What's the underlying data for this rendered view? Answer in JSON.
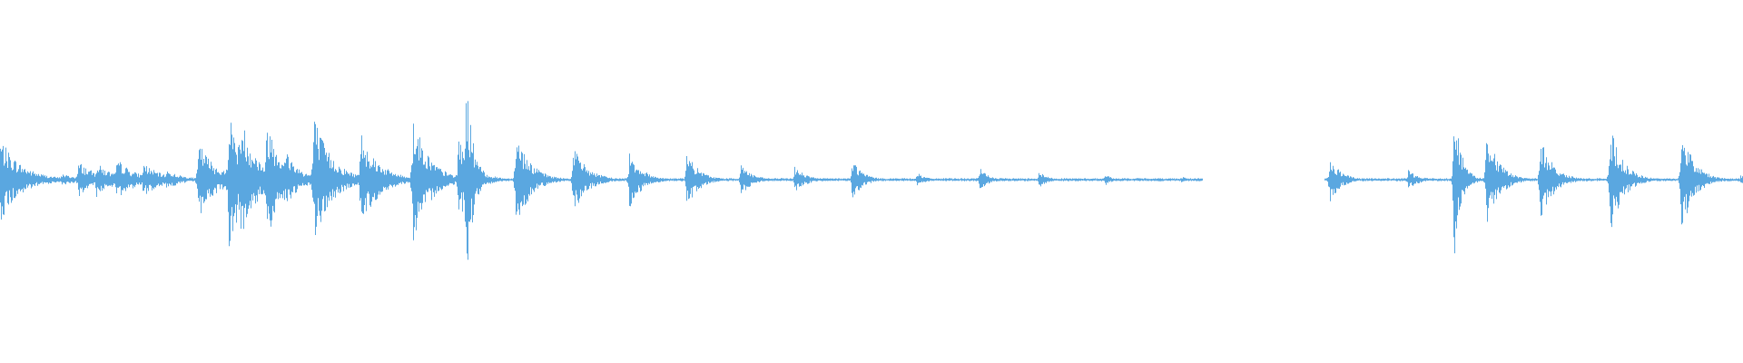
{
  "waveform": {
    "color": "#5aa7e0",
    "background": "#ffffff",
    "bursts": [
      {
        "t": 0.0,
        "amp": 0.33,
        "dur": 0.012
      },
      {
        "t": 0.035,
        "amp": 0.05,
        "dur": 0.01
      },
      {
        "t": 0.045,
        "amp": 0.15,
        "dur": 0.01
      },
      {
        "t": 0.055,
        "amp": 0.14,
        "dur": 0.01
      },
      {
        "t": 0.067,
        "amp": 0.17,
        "dur": 0.01
      },
      {
        "t": 0.082,
        "amp": 0.14,
        "dur": 0.01
      },
      {
        "t": 0.095,
        "amp": 0.08,
        "dur": 0.01
      },
      {
        "t": 0.114,
        "amp": 0.3,
        "dur": 0.01
      },
      {
        "t": 0.131,
        "amp": 0.56,
        "dur": 0.009
      },
      {
        "t": 0.138,
        "amp": 0.52,
        "dur": 0.009
      },
      {
        "t": 0.153,
        "amp": 0.5,
        "dur": 0.009
      },
      {
        "t": 0.164,
        "amp": 0.24,
        "dur": 0.008
      },
      {
        "t": 0.18,
        "amp": 0.52,
        "dur": 0.01
      },
      {
        "t": 0.207,
        "amp": 0.39,
        "dur": 0.01
      },
      {
        "t": 0.237,
        "amp": 0.52,
        "dur": 0.009
      },
      {
        "t": 0.263,
        "amp": 0.35,
        "dur": 0.008
      },
      {
        "t": 0.267,
        "amp": 0.92,
        "dur": 0.004
      },
      {
        "t": 0.296,
        "amp": 0.4,
        "dur": 0.008
      },
      {
        "t": 0.329,
        "amp": 0.27,
        "dur": 0.008
      },
      {
        "t": 0.361,
        "amp": 0.24,
        "dur": 0.007
      },
      {
        "t": 0.394,
        "amp": 0.22,
        "dur": 0.007
      },
      {
        "t": 0.425,
        "amp": 0.14,
        "dur": 0.006
      },
      {
        "t": 0.456,
        "amp": 0.12,
        "dur": 0.006
      },
      {
        "t": 0.489,
        "amp": 0.17,
        "dur": 0.006
      },
      {
        "t": 0.526,
        "amp": 0.06,
        "dur": 0.005
      },
      {
        "t": 0.562,
        "amp": 0.1,
        "dur": 0.005
      },
      {
        "t": 0.596,
        "amp": 0.07,
        "dur": 0.005
      },
      {
        "t": 0.634,
        "amp": 0.05,
        "dur": 0.004
      },
      {
        "t": 0.678,
        "amp": 0.03,
        "dur": 0.004
      },
      {
        "t": 0.763,
        "amp": 0.2,
        "dur": 0.006
      },
      {
        "t": 0.808,
        "amp": 0.08,
        "dur": 0.006
      },
      {
        "t": 0.834,
        "amp": 0.72,
        "dur": 0.004
      },
      {
        "t": 0.853,
        "amp": 0.4,
        "dur": 0.007
      },
      {
        "t": 0.884,
        "amp": 0.36,
        "dur": 0.007
      },
      {
        "t": 0.924,
        "amp": 0.45,
        "dur": 0.007
      },
      {
        "t": 0.965,
        "amp": 0.44,
        "dur": 0.007
      },
      {
        "t": 0.999,
        "amp": 0.04,
        "dur": 0.004
      }
    ],
    "silences": [
      [
        0.69,
        0.76
      ]
    ]
  }
}
